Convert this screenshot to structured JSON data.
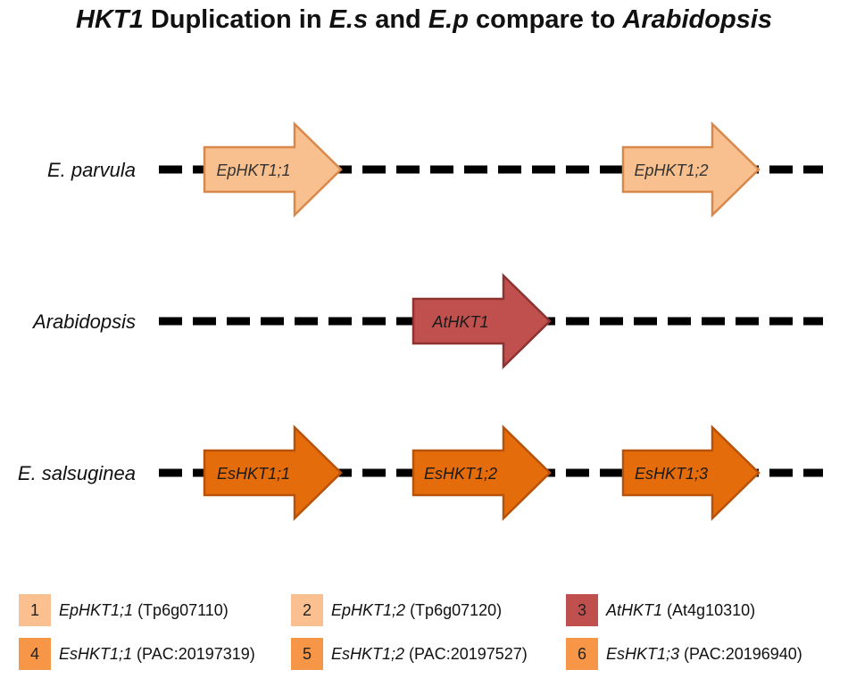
{
  "title": {
    "gene": "HKT1",
    "word1": "Duplication in",
    "sp1": "E.s",
    "word2": "and",
    "sp2": "E.p",
    "word3": "compare to",
    "sp3": "Arabidopsis"
  },
  "colors": {
    "light": "#f9c08f",
    "light_stroke": "#d8884a",
    "red": "#c0504d",
    "red_stroke": "#8c3331",
    "orange": "#e46c0a",
    "orange_stroke": "#b85208",
    "legend_light": "#fac090",
    "legend_red": "#c0504d",
    "legend_orange": "#f79646"
  },
  "tracks": [
    {
      "species": "E. parvula",
      "genes": [
        {
          "label": "EpHKT1;1",
          "style": "light"
        },
        {
          "label": "EpHKT1;2",
          "style": "light"
        }
      ]
    },
    {
      "species": "Arabidopsis",
      "genes": [
        {
          "label": "AtHKT1",
          "style": "red"
        }
      ]
    },
    {
      "species": "E. salsuginea",
      "genes": [
        {
          "label": "EsHKT1;1",
          "style": "orange"
        },
        {
          "label": "EsHKT1;2",
          "style": "orange"
        },
        {
          "label": "EsHKT1;3",
          "style": "orange"
        }
      ]
    }
  ],
  "legend": [
    {
      "num": "1",
      "gene": "EpHKT1;1",
      "id": "(Tp6g07110)",
      "color": "legend_light"
    },
    {
      "num": "2",
      "gene": "EpHKT1;2",
      "id": "(Tp6g07120)",
      "color": "legend_light"
    },
    {
      "num": "3",
      "gene": "AtHKT1",
      "id": "(At4g10310)",
      "color": "legend_red"
    },
    {
      "num": "4",
      "gene": "EsHKT1;1",
      "id": "(PAC:20197319)",
      "color": "legend_orange"
    },
    {
      "num": "5",
      "gene": "EsHKT1;2",
      "id": "(PAC:20197527)",
      "color": "legend_orange"
    },
    {
      "num": "6",
      "gene": "EsHKT1;3",
      "id": "(PAC:20196940)",
      "color": "legend_orange"
    }
  ]
}
